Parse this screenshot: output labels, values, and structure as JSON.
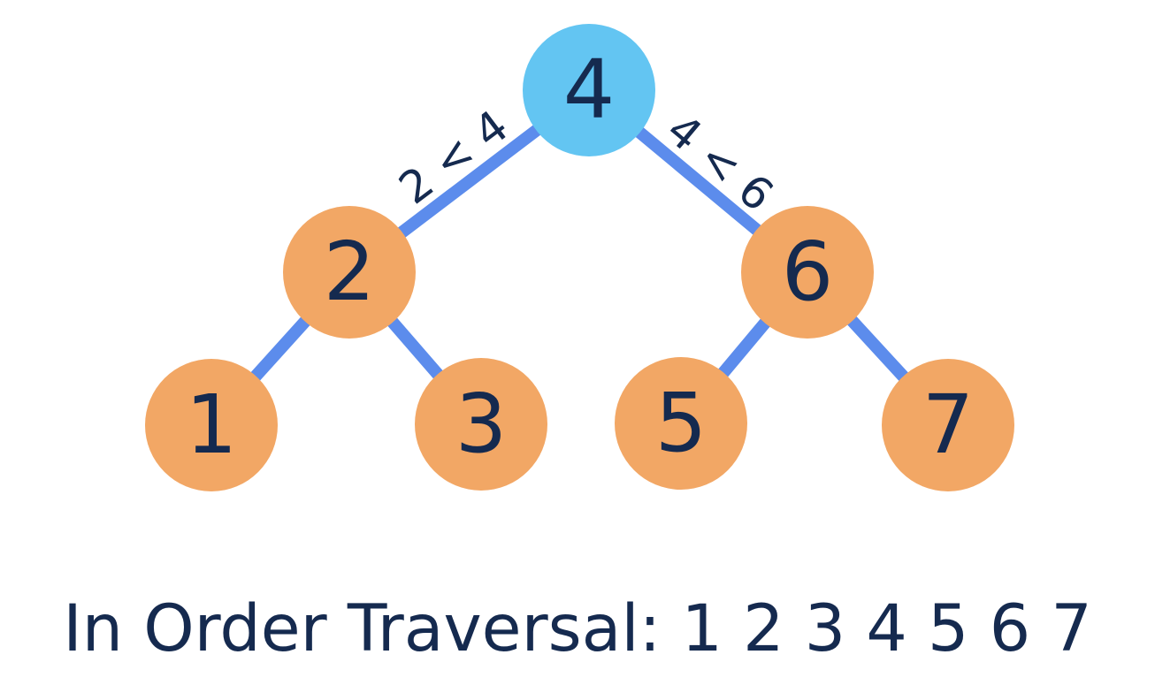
{
  "diagram": {
    "type": "binary-search-tree",
    "colors": {
      "background": "#ffffff",
      "root_node_fill": "#63c5f2",
      "node_fill": "#f2a765",
      "edge": "#5c8cec",
      "text": "#152a4f"
    },
    "nodes": [
      {
        "value": "4",
        "role": "root",
        "level": 0
      },
      {
        "value": "2",
        "role": "child",
        "level": 1
      },
      {
        "value": "6",
        "role": "child",
        "level": 1
      },
      {
        "value": "1",
        "role": "leaf",
        "level": 2
      },
      {
        "value": "3",
        "role": "leaf",
        "level": 2
      },
      {
        "value": "5",
        "role": "leaf",
        "level": 2
      },
      {
        "value": "7",
        "role": "leaf",
        "level": 2
      }
    ],
    "edges": [
      {
        "from": "4",
        "to": "2"
      },
      {
        "from": "4",
        "to": "6"
      },
      {
        "from": "2",
        "to": "1"
      },
      {
        "from": "2",
        "to": "3"
      },
      {
        "from": "6",
        "to": "5"
      },
      {
        "from": "6",
        "to": "7"
      }
    ],
    "edge_labels": [
      {
        "text": "2 < 4",
        "edge": "4-2"
      },
      {
        "text": "4 < 6",
        "edge": "4-6"
      }
    ]
  },
  "caption": {
    "text": "In Order Traversal: 1 2 3 4 5 6 7"
  }
}
